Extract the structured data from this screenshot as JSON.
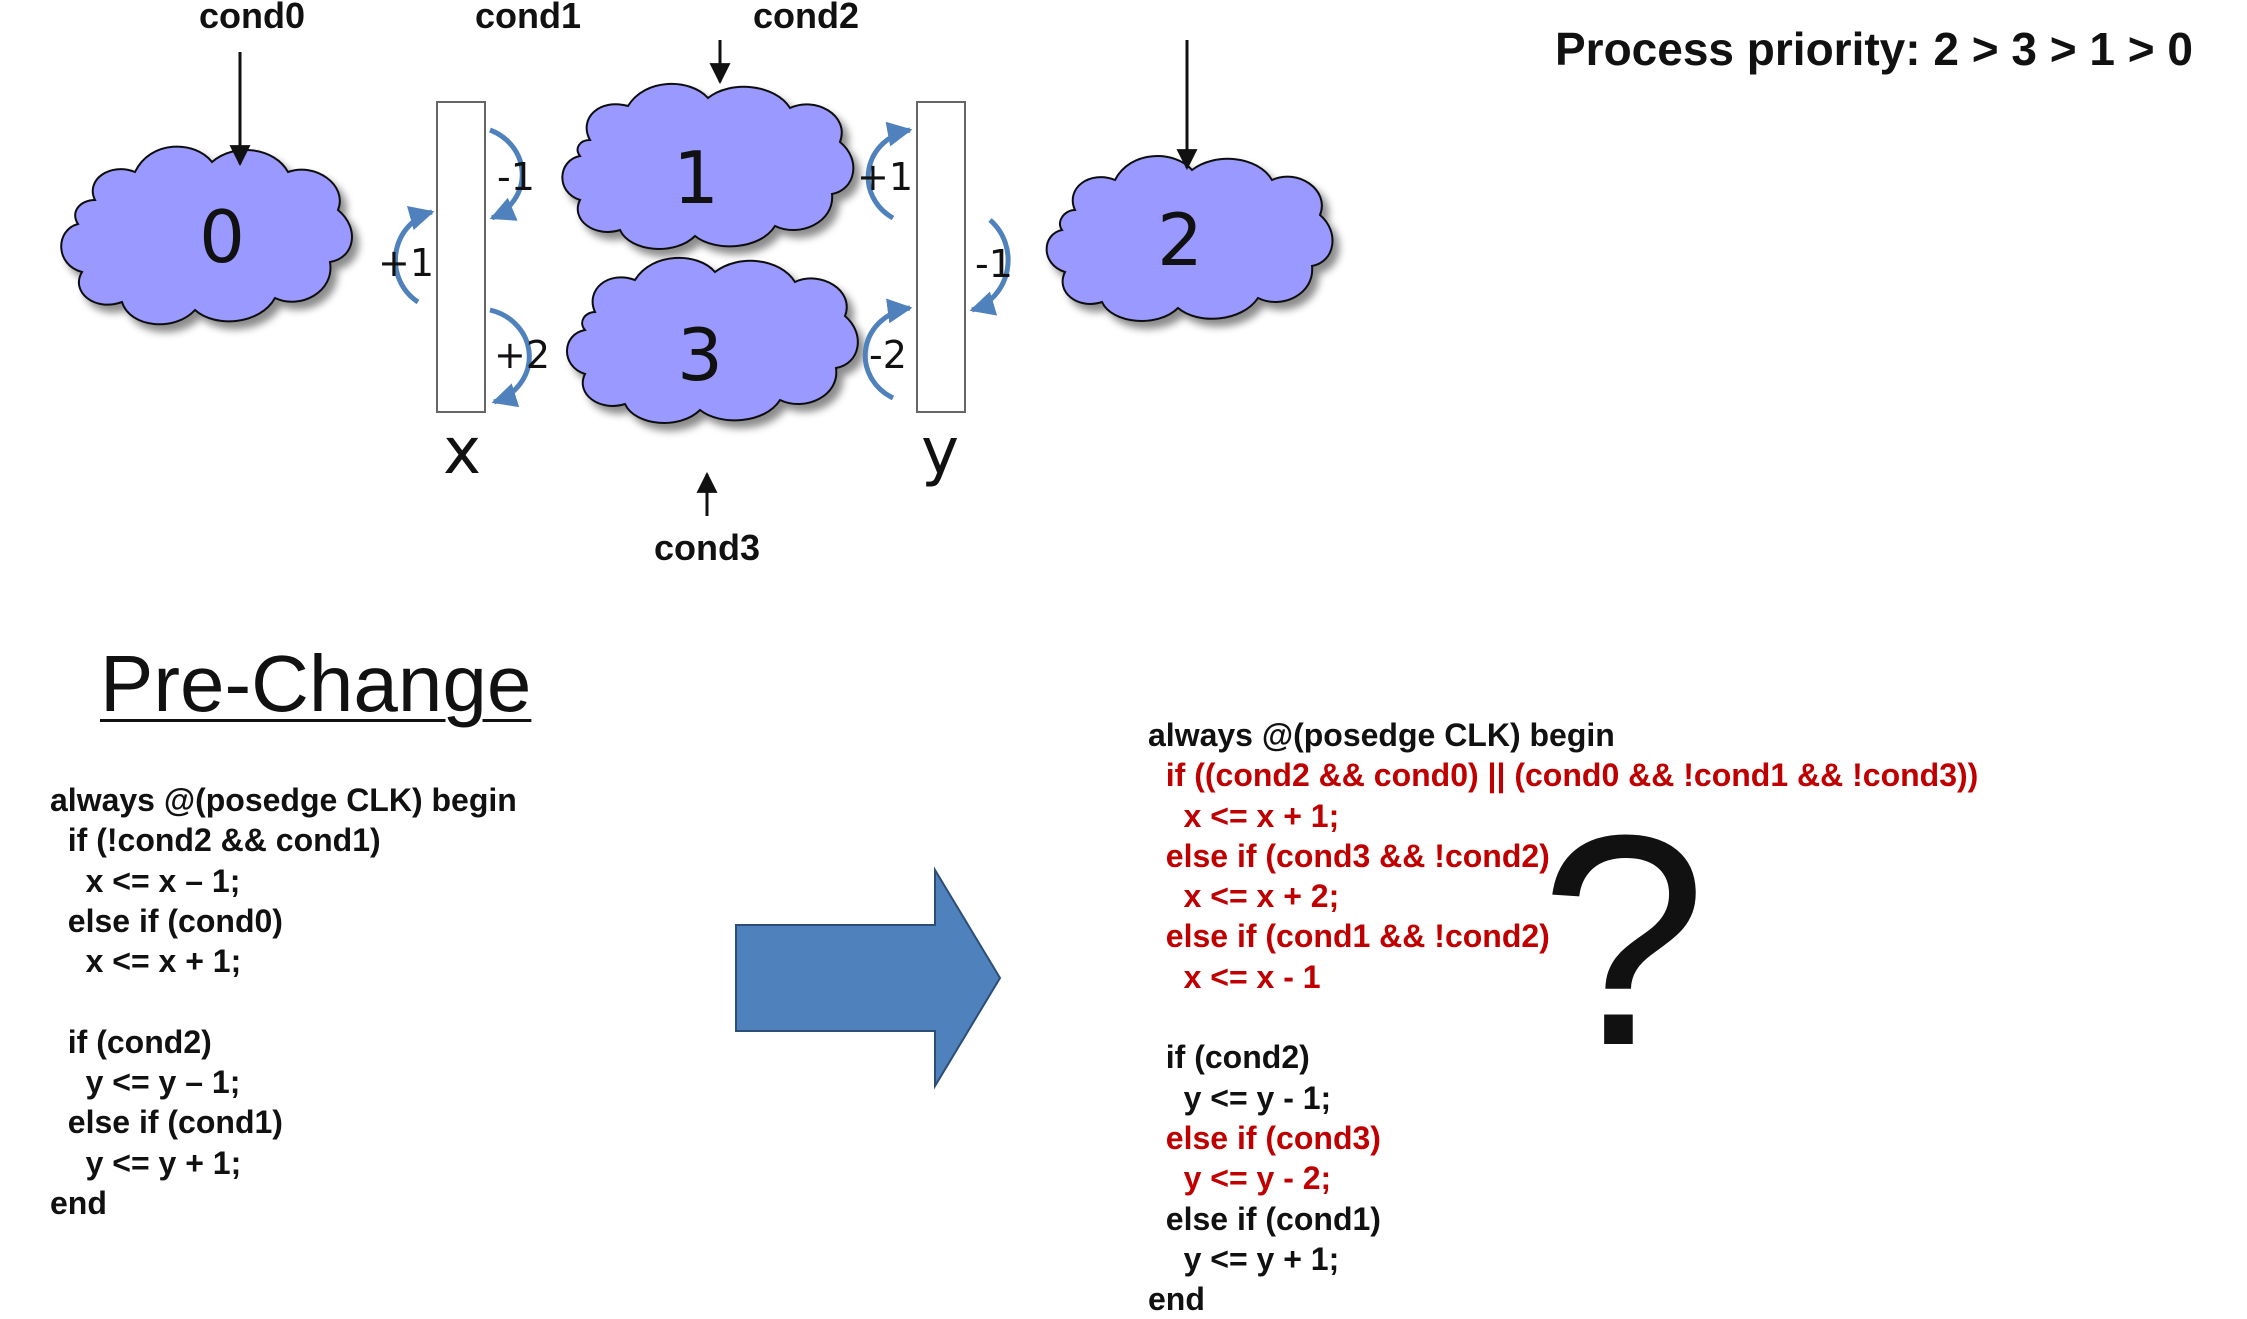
{
  "priority_text": "Process priority: 2 > 3 > 1 > 0",
  "clouds": [
    {
      "label": "0",
      "color": "#9999ff"
    },
    {
      "label": "1",
      "color": "#9999ff"
    },
    {
      "label": "2",
      "color": "#9999ff"
    },
    {
      "label": "3",
      "color": "#9999ff"
    }
  ],
  "registers": {
    "x": "x",
    "y": "y"
  },
  "conditions": {
    "cond0": "cond0",
    "cond1": "cond1",
    "cond2": "cond2",
    "cond3": "cond3"
  },
  "deltas": {
    "zero_x": "+1",
    "one_x": "-1",
    "three_x": "+2",
    "one_y": "+1",
    "two_y": "-1",
    "three_y": "-2"
  },
  "arrow_color": "#4f81bd",
  "pre_change": {
    "title": "Pre-Change",
    "lines": [
      "always @(posedge CLK) begin",
      "  if (!cond2 && cond1)",
      "    x <= x – 1;",
      "  else if (cond0)",
      "    x <= x + 1;",
      "",
      "  if (cond2)",
      "    y <= y – 1;",
      "  else if (cond1)",
      "    y <= y + 1;",
      "end"
    ]
  },
  "post_change": {
    "lines": [
      {
        "text": "always @(posedge CLK) begin",
        "color": "black"
      },
      {
        "text": "  if ((cond2 && cond0) || (cond0 && !cond1 && !cond3))",
        "color": "red"
      },
      {
        "text": "    x <= x + 1;",
        "color": "red"
      },
      {
        "text": "  else if (cond3 && !cond2)",
        "color": "red"
      },
      {
        "text": "    x <= x + 2;",
        "color": "red"
      },
      {
        "text": "  else if (cond1 && !cond2)",
        "color": "red"
      },
      {
        "text": "    x <= x - 1",
        "color": "red"
      },
      {
        "text": "",
        "color": "black"
      },
      {
        "text": "  if (cond2)",
        "color": "black"
      },
      {
        "text": "    y <= y - 1;",
        "color": "black"
      },
      {
        "text": "  else if (cond3)",
        "color": "red"
      },
      {
        "text": "    y <= y - 2;",
        "color": "red"
      },
      {
        "text": "  else if (cond1)",
        "color": "black"
      },
      {
        "text": "    y <= y + 1;",
        "color": "black"
      },
      {
        "text": "end",
        "color": "black"
      }
    ]
  },
  "question_mark": "?"
}
